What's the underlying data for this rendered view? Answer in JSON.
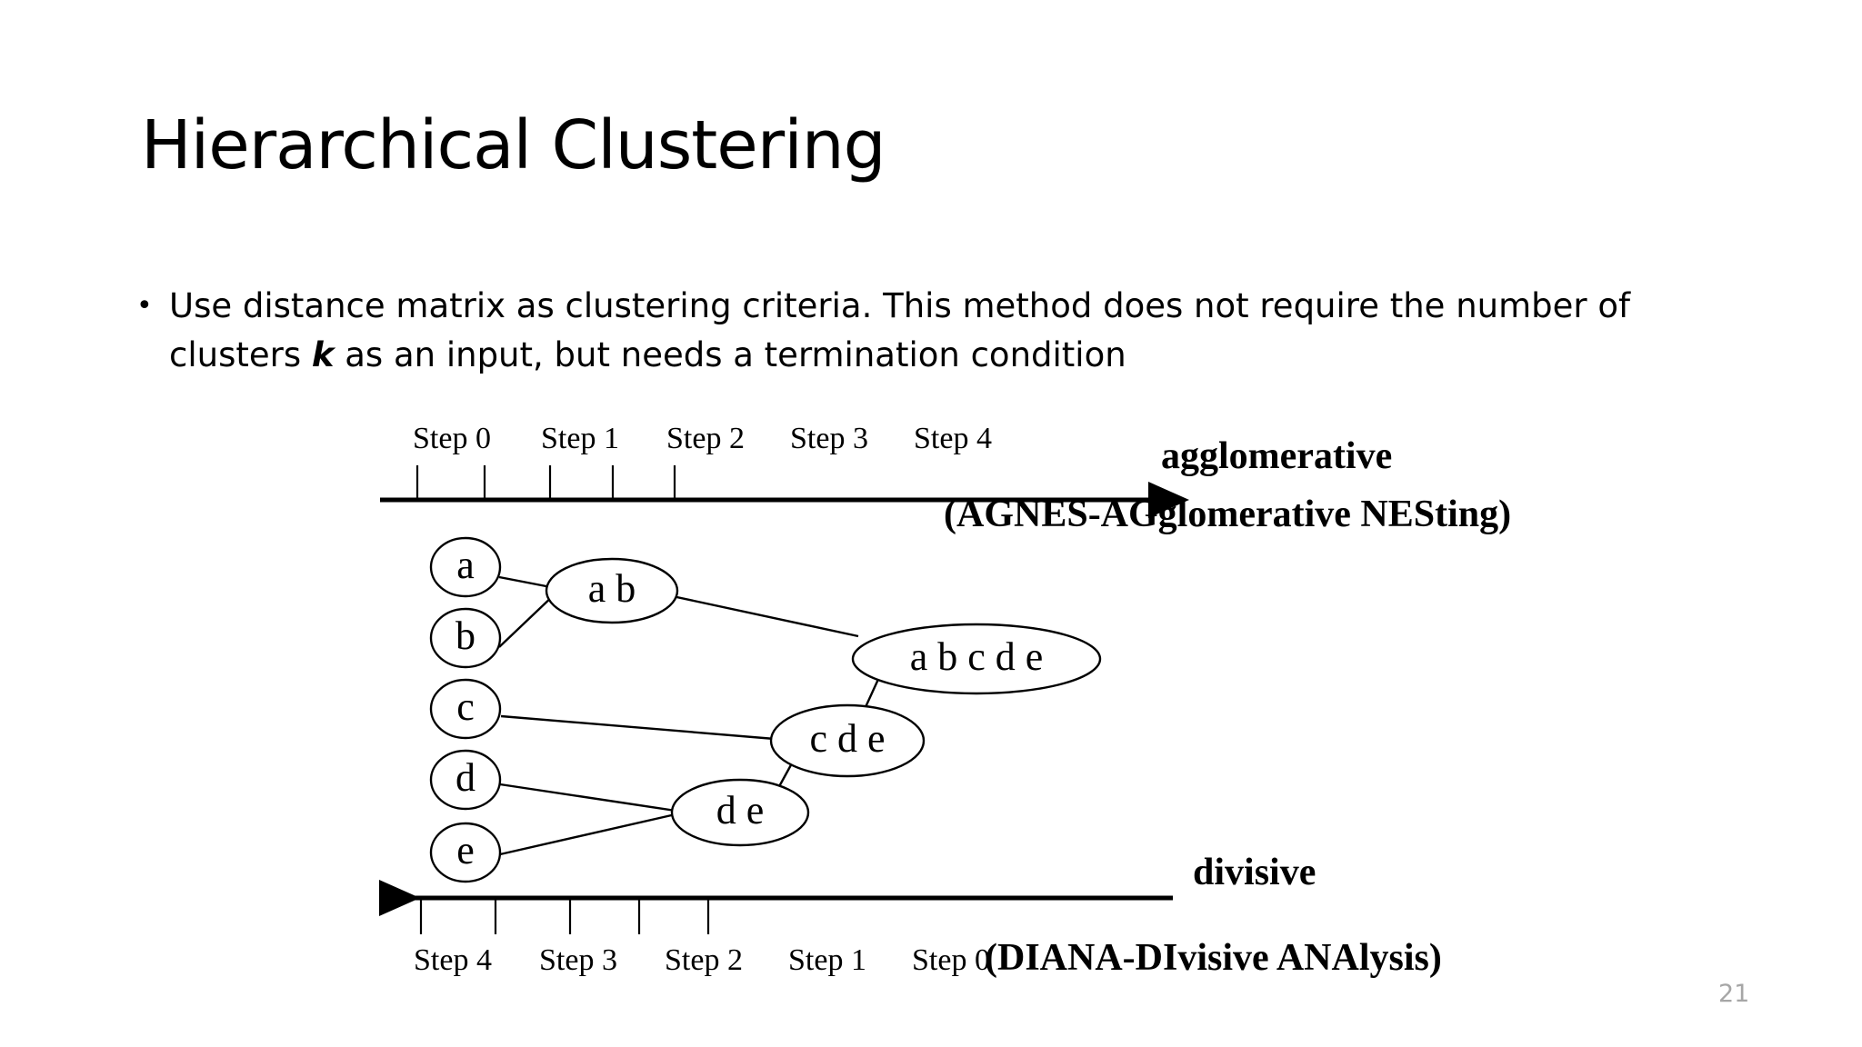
{
  "slide": {
    "title": "Hierarchical Clustering",
    "page_number": "21",
    "page_number_color": "#a6a6a6",
    "background_color": "#ffffff",
    "text_color": "#000000"
  },
  "body": {
    "bullet_marker": "•",
    "bullet_text_part1": "Use distance matrix as clustering criteria.  This method does not require the number of clusters ",
    "bullet_emphasis": "k",
    "bullet_text_part2": " as an input, but needs a termination condition"
  },
  "diagram": {
    "top_axis": {
      "direction": "right",
      "steps": [
        "Step 0",
        "Step 1",
        "Step 2",
        "Step 3",
        "Step 4"
      ],
      "label_main": "agglomerative",
      "label_sub": "(AGNES-AGglomerative NESting)"
    },
    "bottom_axis": {
      "direction": "left",
      "steps": [
        "Step 4",
        "Step 3",
        "Step 2",
        "Step 1",
        "Step 0"
      ],
      "label_main": "divisive",
      "label_sub": "(DIANA-DIvisive ANAlysis)"
    },
    "nodes": {
      "leaf_a": "a",
      "leaf_b": "b",
      "leaf_c": "c",
      "leaf_d": "d",
      "leaf_e": "e",
      "cluster_ab": "a b",
      "cluster_de": "d e",
      "cluster_cde": "c d e",
      "cluster_abcde": "a b c d e"
    },
    "merges": [
      {
        "from": [
          "a",
          "b"
        ],
        "to": "a b"
      },
      {
        "from": [
          "d",
          "e"
        ],
        "to": "d e"
      },
      {
        "from": [
          "c",
          "d e"
        ],
        "to": "c d e"
      },
      {
        "from": [
          "a b",
          "c d e"
        ],
        "to": "a b c d e"
      }
    ]
  }
}
